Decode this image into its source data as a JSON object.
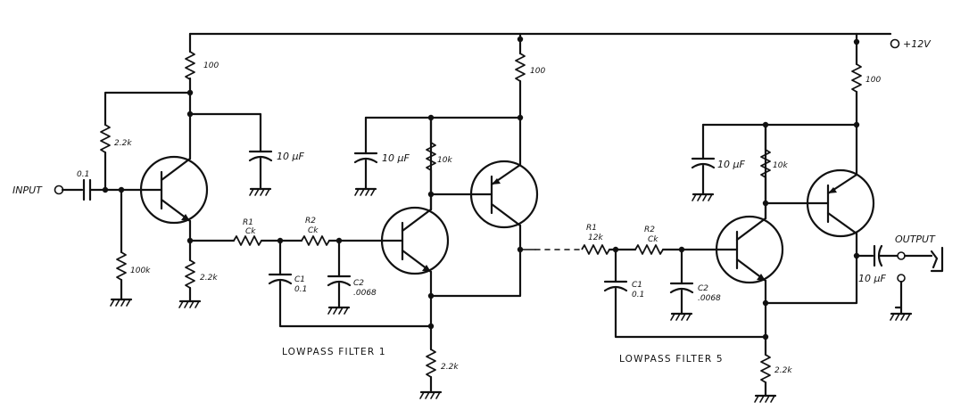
{
  "supply_label": "+12V",
  "input_label": "INPUT",
  "output_label": "OUTPUT",
  "stage_in": {
    "coupling_cap": "0.1",
    "bias_top": "2.2k",
    "bias_bottom": "100k",
    "collector_res": "100",
    "emitter_res": "2.2k",
    "decoupling_cap": "10 µF"
  },
  "filter1": {
    "caption": "LOWPASS FILTER 1",
    "r1_name": "R1",
    "r1_value": "Ck",
    "r2_name": "R2",
    "r2_value": "Ck",
    "c1_name": "C1",
    "c1_value": "0.1",
    "c2_name": "C2",
    "c2_value": ".0068",
    "supply_res": "100",
    "decoupling_cap": "10 µF",
    "base_res": "10k",
    "emitter_res": "2.2k"
  },
  "filter5": {
    "caption": "LOWPASS FILTER 5",
    "r1_name": "R1",
    "r1_value": "12k",
    "r2_name": "R2",
    "r2_value": "Ck",
    "c1_name": "C1",
    "c1_value": "0.1",
    "c2_name": "C2",
    "c2_value": ".0068",
    "supply_res": "100",
    "decoupling_cap": "10 µF",
    "base_res": "10k",
    "emitter_res": "2.2k"
  },
  "output_cap": "10 µF"
}
